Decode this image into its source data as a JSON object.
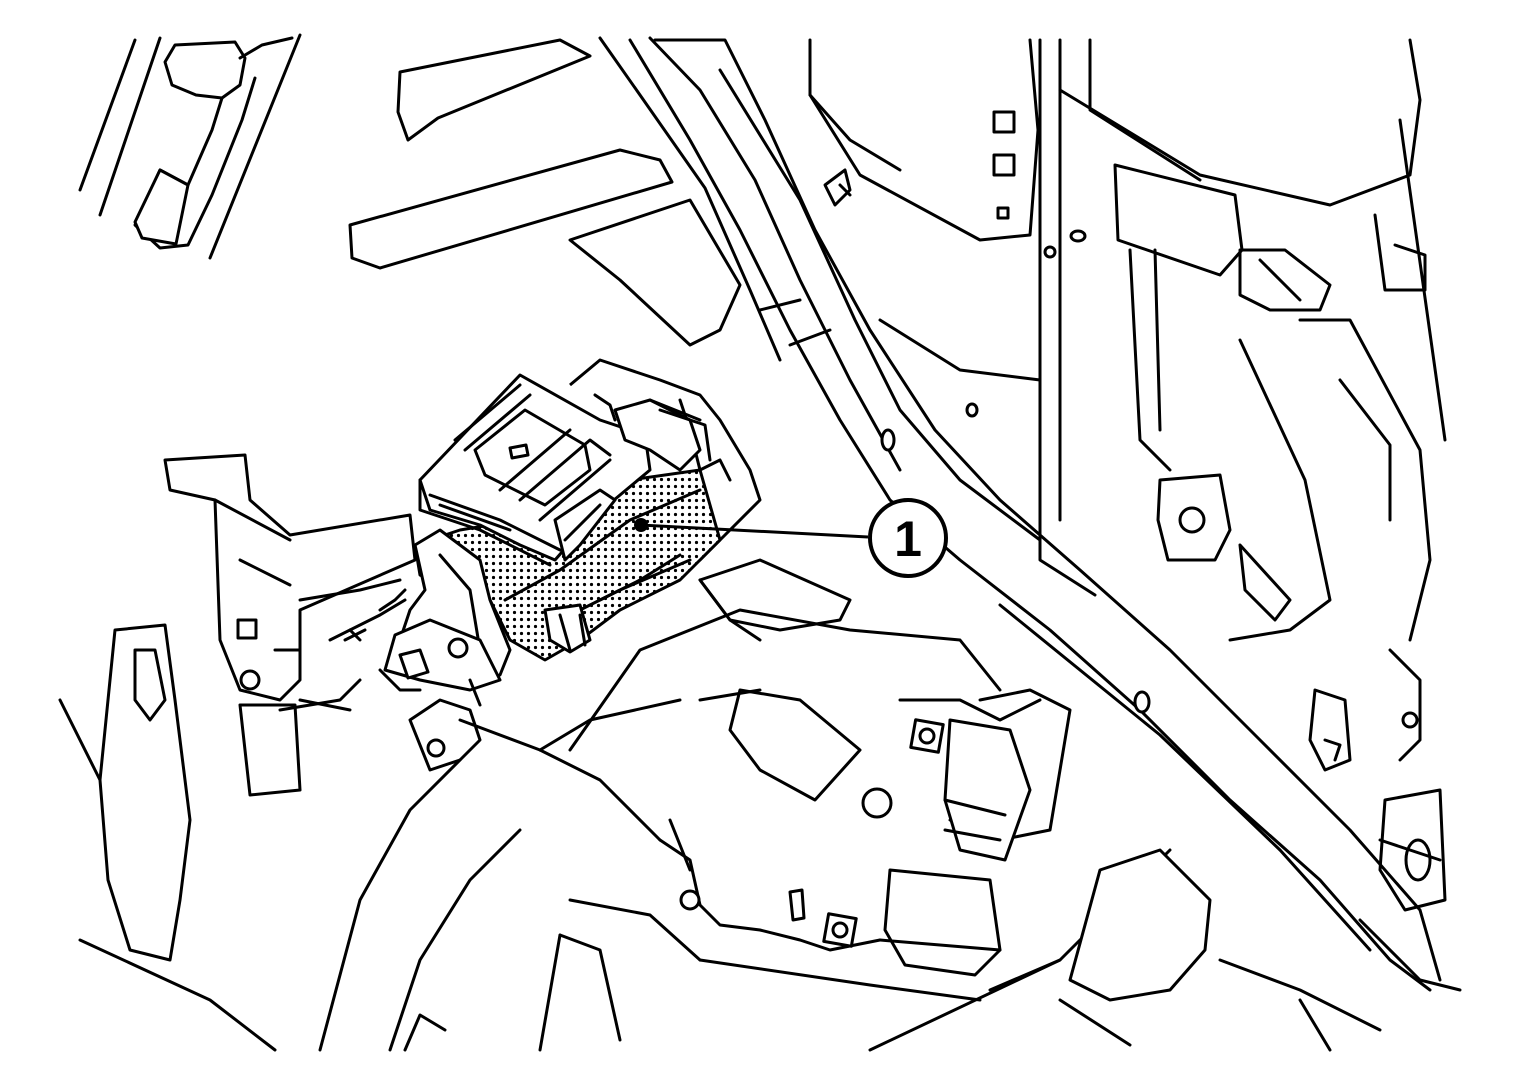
{
  "figure": {
    "callouts": [
      {
        "id": "1",
        "label": "1",
        "target": "control-unit-connector"
      }
    ],
    "colors": {
      "line": "#000000",
      "background": "#ffffff",
      "highlight_pattern": "stippled"
    }
  }
}
